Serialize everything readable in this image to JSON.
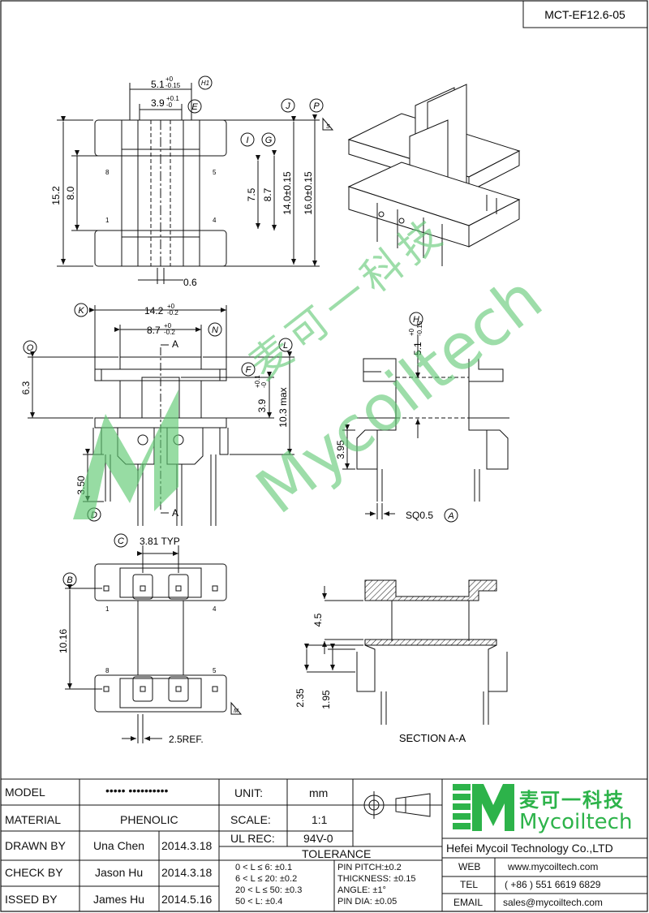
{
  "drawing_number": "MCT-EF12.6-05",
  "views": {
    "top": {
      "dim_5_1": "5.1",
      "dim_5_1_tol_hi": "+0",
      "dim_5_1_tol_lo": "-0.15",
      "dim_3_9": "3.9",
      "dim_3_9_tol_hi": "+0.1",
      "dim_3_9_tol_lo": "-0",
      "dim_15_2": "15.2",
      "dim_8_0": "8.0",
      "dim_7_5": "7.5",
      "dim_8_7": "8.7",
      "dim_14_0": "14.0±0.15",
      "dim_16_0": "16.0±0.15",
      "dim_0_6": "0.6",
      "pin_8": "8",
      "pin_5": "5",
      "pin_1": "1",
      "pin_4": "4",
      "callout_h1": "H1",
      "callout_e": "E",
      "callout_j": "J",
      "callout_p": "P",
      "callout_i": "I",
      "callout_g": "G",
      "s_mark": "S"
    },
    "front": {
      "dim_14_2": "14.2",
      "dim_14_2_tol_hi": "+0",
      "dim_14_2_tol_lo": "-0.2",
      "dim_8_7": "8.7",
      "dim_8_7_tol_hi": "+0",
      "dim_8_7_tol_lo": "-0.2",
      "dim_6_3": "6.3",
      "dim_3_9": "3.9",
      "dim_3_9_tol_hi": "+0.1",
      "dim_3_9_tol_lo": "-0",
      "dim_10_3": "10.3  max",
      "dim_3_50": "3.50",
      "section_a": "A",
      "callout_k": "K",
      "callout_n": "N",
      "callout_o": "O",
      "callout_l": "L",
      "callout_f": "F",
      "callout_d": "D"
    },
    "side": {
      "dim_5_1": "5.1",
      "dim_5_1_tol_hi": "+0",
      "dim_5_1_tol_lo": "-0.15",
      "dim_3_95": "3.95",
      "dim_sq": "SQ0.5",
      "callout_h": "H",
      "callout_a": "A"
    },
    "bottom": {
      "dim_3_81": "3.81  TYP",
      "dim_10_16": "10.16",
      "dim_2_5": "2.5REF.",
      "pin_1": "1",
      "pin_4": "4",
      "pin_8": "8",
      "pin_5": "5",
      "callout_c": "C",
      "callout_b": "B",
      "m_mark": "M"
    },
    "section": {
      "dim_4_5": "4.5",
      "dim_2_35": "2.35",
      "dim_1_95": "1.95",
      "title": "SECTION  A-A"
    }
  },
  "watermark": {
    "cn": "麦可一科技",
    "en": "Mycoiltech"
  },
  "title_block": {
    "model_label": "MODEL",
    "model_value": "••••• ••••••••••",
    "material_label": "MATERIAL",
    "material_value": "PHENOLIC",
    "drawn_label": "DRAWN BY",
    "drawn_name": "Una Chen",
    "drawn_date": "2014.3.18",
    "check_label": "CHECK BY",
    "check_name": "Jason Hu",
    "check_date": "2014.3.18",
    "issued_label": "ISSED BY",
    "issued_name": "James Hu",
    "issued_date": "2014.5.16",
    "unit_label": "UNIT:",
    "unit_value": "mm",
    "scale_label": "SCALE:",
    "scale_value": "1:1",
    "ul_label": "UL REC:",
    "ul_value": "94V-0",
    "tolerance_label": "TOLERANCE",
    "tol_1": "0 < L ≤ 6:  ±0.1",
    "tol_2": "6 < L ≤ 20:  ±0.2",
    "tol_3": "20 < L ≤ 50:  ±0.3",
    "tol_4": "50 < L:  ±0.4",
    "pin_pitch": "PIN PITCH:±0.2",
    "thickness": "THICKNESS:  ±0.15",
    "angle": "ANGLE:  ±1°",
    "pin_dia": "PIN DIA:  ±0.05",
    "logo_cn": "麦可一科技",
    "logo_en": "Mycoiltech",
    "company": "Hefei Mycoil Technology Co.,LTD",
    "web_label": "WEB",
    "web_value": "www.mycoiltech.com",
    "tel_label": "TEL",
    "tel_value": "( +86 ) 551 6619 6829",
    "email_label": "EMAIL",
    "email_value": "sales@mycoiltech.com",
    "brand_color": "#2db34a"
  }
}
